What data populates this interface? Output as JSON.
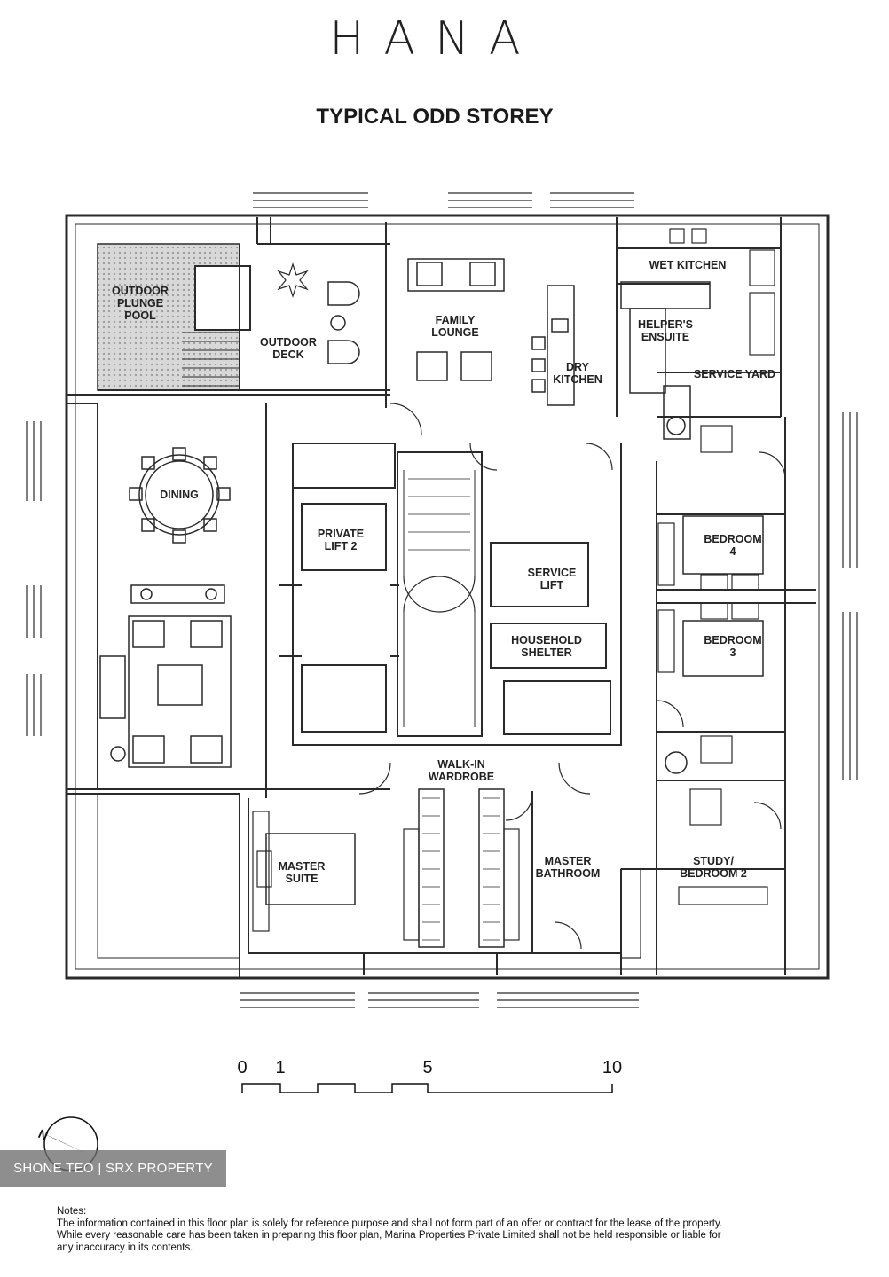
{
  "header": {
    "brand": "HANA",
    "title": "TYPICAL ODD STOREY"
  },
  "rooms": {
    "outdoor_plunge_pool": [
      "OUTDOOR",
      "PLUNGE",
      "POOL"
    ],
    "outdoor_deck": [
      "OUTDOOR",
      "DECK"
    ],
    "family_lounge": [
      "FAMILY",
      "LOUNGE"
    ],
    "dry_kitchen": [
      "DRY",
      "KITCHEN"
    ],
    "wet_kitchen": [
      "WET KITCHEN"
    ],
    "helpers_ensuite": [
      "HELPER'S",
      "ENSUITE"
    ],
    "service_yard": [
      "SERVICE YARD"
    ],
    "dining": [
      "DINING"
    ],
    "private_lift_2": [
      "PRIVATE",
      "LIFT 2"
    ],
    "service_lift": [
      "SERVICE",
      "LIFT"
    ],
    "household_shelter": [
      "HOUSEHOLD",
      "SHELTER"
    ],
    "bedroom_4": [
      "BEDROOM",
      "4"
    ],
    "bedroom_3": [
      "BEDROOM",
      "3"
    ],
    "walk_in_wardrobe": [
      "WALK-IN",
      "WARDROBE"
    ],
    "master_suite": [
      "MASTER",
      "SUITE"
    ],
    "master_bathroom": [
      "MASTER",
      "BATHROOM"
    ],
    "study_bedroom_2": [
      "STUDY/",
      "BEDROOM 2"
    ]
  },
  "scale_bar": {
    "labels": [
      "0",
      "1",
      "5",
      "10"
    ]
  },
  "north_arrow": {
    "label": "N"
  },
  "watermark": "SHONE TEO | SRX PROPERTY",
  "notes": {
    "heading": "Notes:",
    "lines": [
      "The information contained in this floor plan is solely for reference purpose and shall not form part of an offer or contract for the lease of the property.",
      "While every reasonable care has been taken in preparing this floor plan, Marina Properties Private Limited shall not be held responsible or liable for",
      "any inaccuracy in its contents."
    ]
  },
  "colors": {
    "line": "#2a2a2a",
    "hatch": "#999999"
  }
}
